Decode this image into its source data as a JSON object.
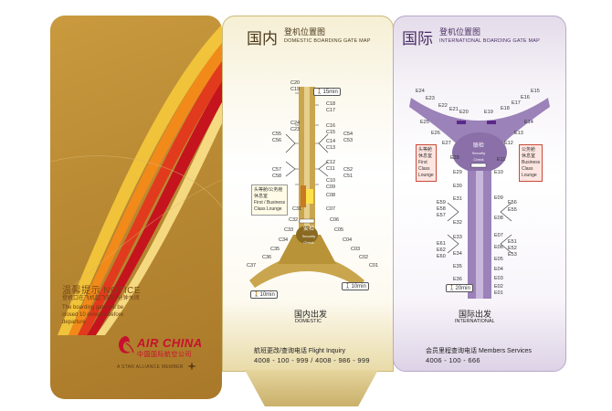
{
  "cover": {
    "notice_title": "温馨提示 NOTICE",
    "notice_lines": [
      "登机口在飞机起飞前10分钟关闭",
      "The boarding gate will be",
      "closed 10 minutes before",
      "departure"
    ],
    "brand": "AIR CHINA",
    "brand_cn": "中国国际航空公司",
    "alliance": "A STAR ALLIANCE MEMBER"
  },
  "domestic": {
    "title_cn": "国内",
    "subtitle_cn": "登机位置图",
    "subtitle_en": "DOMESTIC BOARDING GATE MAP",
    "walk_top": "15",
    "walk_bottom": "10",
    "walk_right": "10",
    "security_cn": "安检",
    "security_en": "Security Check",
    "lounge_lines": [
      "头等舱/公务舱",
      "休息室",
      "First / Business",
      "Class Lounge"
    ],
    "gates": [
      "C20",
      "C19",
      "C18",
      "C17",
      "C24",
      "C23",
      "C16",
      "C15",
      "C55",
      "C56",
      "C14",
      "C13",
      "C54",
      "C53",
      "C57",
      "C58",
      "C12",
      "C11",
      "C52",
      "C51",
      "C10",
      "C09",
      "C08",
      "C07",
      "C06",
      "C05",
      "C31",
      "C32",
      "C33",
      "C34",
      "C35",
      "C36",
      "C37",
      "C04",
      "C03",
      "C02",
      "C01"
    ],
    "caption_cn": "国内出发",
    "caption_en": "DOMESTIC",
    "inquiry_label": "航班更改/查询电话  Flight Inquiry",
    "inquiry_numbers": "4008 - 100 - 999 / 4008 - 986 - 999"
  },
  "international": {
    "title_cn": "国际",
    "subtitle_cn": "登机位置图",
    "subtitle_en": "INTERNATIONAL BOARDING GATE MAP",
    "walk_bottom": "20",
    "security_cn": "联检",
    "security_en": "Security Check",
    "lounge_left": [
      "头等舱",
      "休息室",
      "First",
      "Class",
      "Lounge"
    ],
    "lounge_right": [
      "公务舱",
      "休息室",
      "Business",
      "Class",
      "Lounge"
    ],
    "gates": [
      "E24",
      "E23",
      "E22",
      "E21",
      "E20",
      "E19",
      "E18",
      "E17",
      "E16",
      "E15",
      "E25",
      "E14",
      "E26",
      "E13",
      "E27",
      "E12",
      "E28",
      "E11",
      "E29",
      "E10",
      "E30",
      "E09",
      "E31",
      "E59",
      "E58",
      "E57",
      "E08",
      "E56",
      "E55",
      "E32",
      "E07",
      "E33",
      "E06",
      "E61",
      "E51",
      "E62",
      "E52",
      "E60",
      "E53",
      "E34",
      "E05",
      "E35",
      "E04",
      "E36",
      "E03",
      "E02",
      "E01"
    ],
    "caption_cn": "国际出发",
    "caption_en": "INTERNATIONAL",
    "members_label": "会员里程查询电话  Members Services",
    "members_number": "4006 - 100 - 666"
  },
  "colors": {
    "gold": "#c99a3e",
    "purple": "#9b82b8",
    "red": "#c8102e"
  }
}
